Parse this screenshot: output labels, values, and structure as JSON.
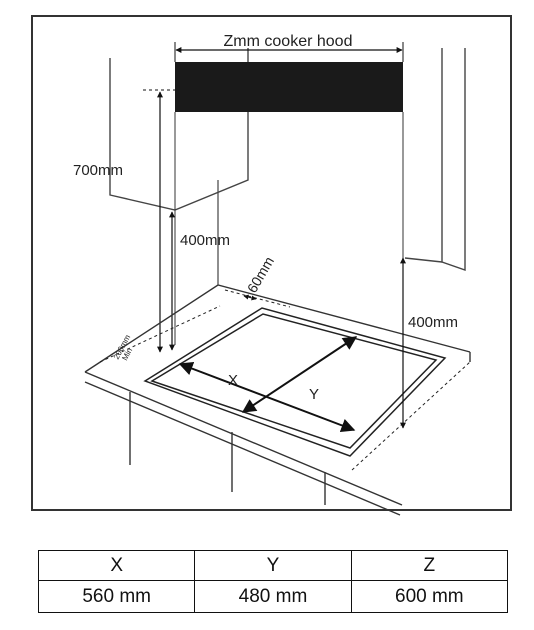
{
  "diagram": {
    "hood_label": "Zmm cooker hood",
    "height_700": "700mm",
    "height_400_left": "400mm",
    "height_400_right": "400mm",
    "side_60": "60mm",
    "min_200_line1": "200mm",
    "min_200_line2": "Min",
    "x_label": "X",
    "y_label": "Y"
  },
  "table": {
    "headers": [
      "X",
      "Y",
      "Z"
    ],
    "values": [
      "560 mm",
      "480 mm",
      "600 mm"
    ]
  }
}
